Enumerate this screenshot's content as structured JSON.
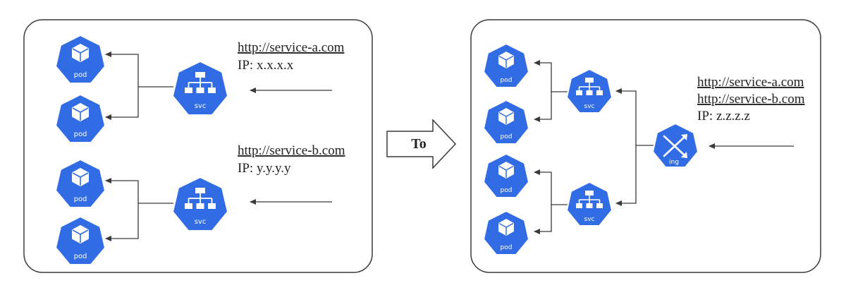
{
  "colors": {
    "k8s_blue": "#326ce5",
    "line": "#3a3a3a",
    "icon_white": "#ffffff"
  },
  "transition": {
    "label": "To",
    "icon": "block-arrow-right-icon"
  },
  "before": {
    "services": [
      {
        "url": "http://service-a.com",
        "ip_label": "IP:",
        "ip_value": "x.x.x.x",
        "svc_icon_label": "svc",
        "pods": [
          "pod",
          "pod"
        ]
      },
      {
        "url": "http://service-b.com",
        "ip_label": "IP:",
        "ip_value": "y.y.y.y",
        "svc_icon_label": "svc",
        "pods": [
          "pod",
          "pod"
        ]
      }
    ]
  },
  "after": {
    "ingress": {
      "icon_label": "ing",
      "urls": [
        "http://service-a.com",
        "http://service-b.com"
      ],
      "ip_label": "IP:",
      "ip_value": "z.z.z.z"
    },
    "services": [
      {
        "svc_icon_label": "svc",
        "pods": [
          "pod",
          "pod"
        ]
      },
      {
        "svc_icon_label": "svc",
        "pods": [
          "pod",
          "pod"
        ]
      }
    ]
  }
}
